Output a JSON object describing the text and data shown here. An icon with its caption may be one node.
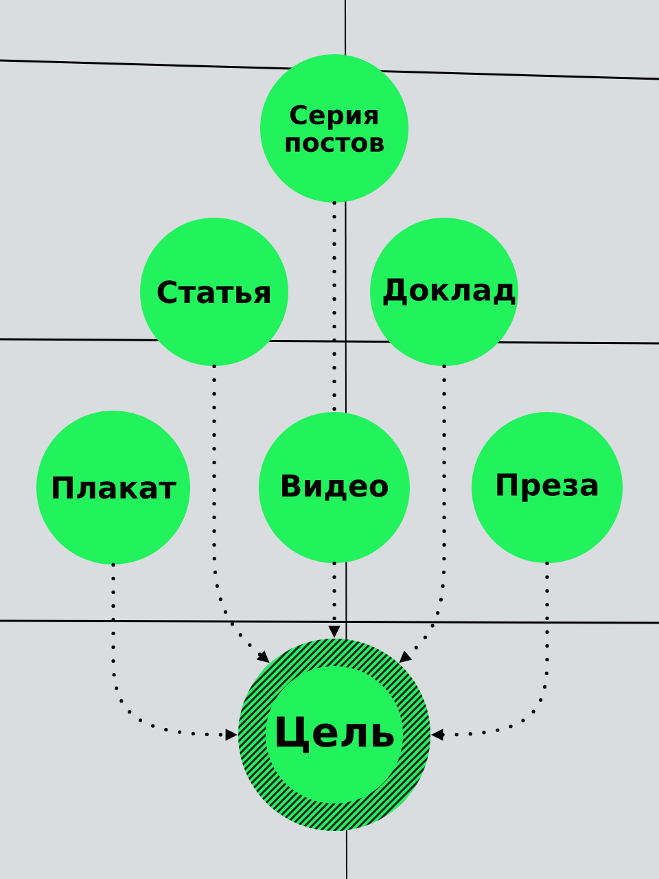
{
  "diagram": {
    "nodes": [
      {
        "text": [
          "Серия постов"
        ]
      },
      {
        "text": [
          "Статья"
        ]
      },
      {
        "text": [
          "Доклад"
        ]
      },
      {
        "text": [
          "Плакат"
        ]
      },
      {
        "text": [
          "Видео"
        ]
      },
      {
        "text": [
          "Преза"
        ]
      },
      {
        "text": [
          "Цель"
        ]
      }
    ],
    "edges": [
      {
        "from": 0,
        "to": 4,
        "arrow": "none"
      },
      {
        "from": 4,
        "to": 6,
        "arrow": "to"
      },
      {
        "from": 1,
        "to": 6,
        "arrow": "to"
      },
      {
        "from": 2,
        "to": 6,
        "arrow": "to"
      },
      {
        "from": 3,
        "to": 6,
        "arrow": "to"
      },
      {
        "from": 5,
        "to": 6,
        "arrow": "to"
      }
    ]
  }
}
